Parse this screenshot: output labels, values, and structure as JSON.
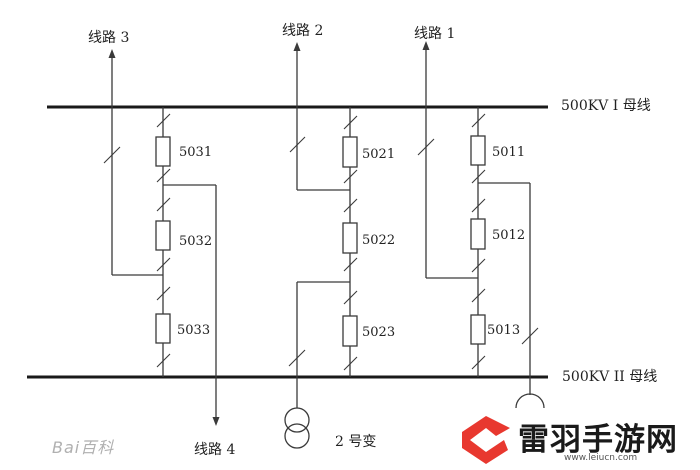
{
  "buses": {
    "bus1_label": "500KV I 母线",
    "bus2_label": "500KV II 母线"
  },
  "lines": {
    "line1": "线路 1",
    "line2": "线路 2",
    "line3": "线路 3",
    "line4": "线路 4"
  },
  "transformer_label": "2 号变",
  "breakers": {
    "b5011": "5011",
    "b5012": "5012",
    "b5013": "5013",
    "b5021": "5021",
    "b5022": "5022",
    "b5023": "5023",
    "b5031": "5031",
    "b5032": "5032",
    "b5033": "5033"
  },
  "watermark": {
    "baidu": "Bai百科",
    "brand_name": "雷羽手游网",
    "brand_url": "www.leiucn.com"
  },
  "colors": {
    "line": "#3a3a3a",
    "bus": "#1a1a1a",
    "logo_red": "#e8382f"
  }
}
